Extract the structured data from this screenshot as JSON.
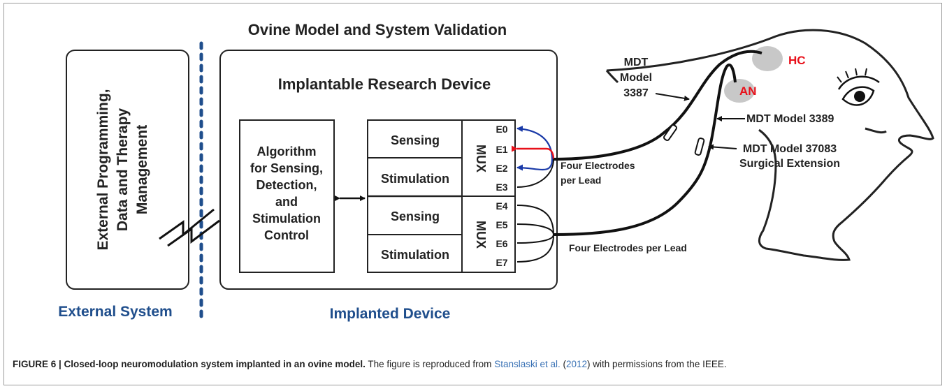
{
  "title": "Ovine Model and System Validation",
  "external_box": {
    "lines": [
      "External Programming,",
      "Data and Therapy",
      "Management"
    ]
  },
  "external_label": "External System",
  "implanted_label": "Implanted Device",
  "device_title": "Implantable Research Device",
  "algorithm_lines": [
    "Algorithm",
    "for Sensing,",
    "Detection,",
    "and",
    "Stimulation",
    "Control"
  ],
  "blocks": {
    "sensing": "Sensing",
    "stimulation": "Stimulation",
    "mux": "MUX"
  },
  "electrodes": [
    "E0",
    "E1",
    "E2",
    "E3",
    "E4",
    "E5",
    "E6",
    "E7"
  ],
  "leads": {
    "four_electrodes_per_lead_a": [
      "Four Electrodes",
      "per Lead"
    ],
    "four_electrodes_per_lead_b": "Four Electrodes per Lead",
    "mdt_3387": [
      "MDT",
      "Model",
      "3387"
    ],
    "mdt_3389": "MDT Model 3389",
    "mdt_37083": [
      "MDT Model 37083",
      "Surgical Extension"
    ]
  },
  "targets": {
    "hc": "HC",
    "an": "AN"
  },
  "caption": {
    "label": "FIGURE 6 | Closed-loop neuromodulation system implanted in an ovine model.",
    "text_before": " The figure is reproduced from ",
    "citation": "Stanslaski et al.",
    "year_open": " (",
    "year": "2012",
    "text_after": ") with permissions from the IEEE."
  },
  "colors": {
    "text": "#222222",
    "blue_label": "#1f4e8c",
    "red_label": "#e8101a",
    "citation": "#3a72b5",
    "arrow_blue": "#1a3aa8",
    "arrow_red": "#e8101a",
    "target_fill": "#c8c8c8"
  }
}
